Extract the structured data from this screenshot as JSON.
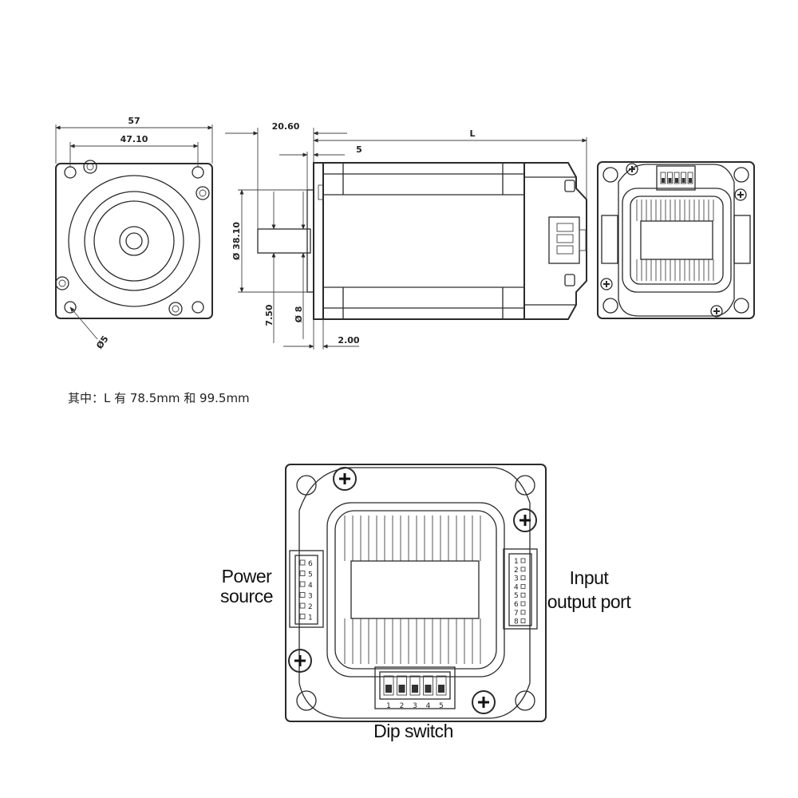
{
  "dimensions": {
    "width_57": "57",
    "hole_spacing": "47.10",
    "hole_dia": "Ø5",
    "flange_offset": "20.60",
    "boss_len": "5",
    "body_length": "L",
    "boss_dia": "Ø 38.10",
    "shaft_len": "7.50",
    "shaft_dia": "Ø 8",
    "flange_thick": "2.00"
  },
  "note": "其中：L 有 78.5mm 和 99.5mm",
  "labels": {
    "power_source_line1": "Power",
    "power_source_line2": "source",
    "io_line1": "Input",
    "io_line2": "output port",
    "dip_switch": "Dip switch"
  },
  "power_pins": [
    "6",
    "5",
    "4",
    "3",
    "2",
    "1"
  ],
  "io_pins": [
    "1",
    "2",
    "3",
    "4",
    "5",
    "6",
    "7",
    "8"
  ],
  "dip_numbers": [
    "1",
    "2",
    "3",
    "4",
    "5"
  ]
}
